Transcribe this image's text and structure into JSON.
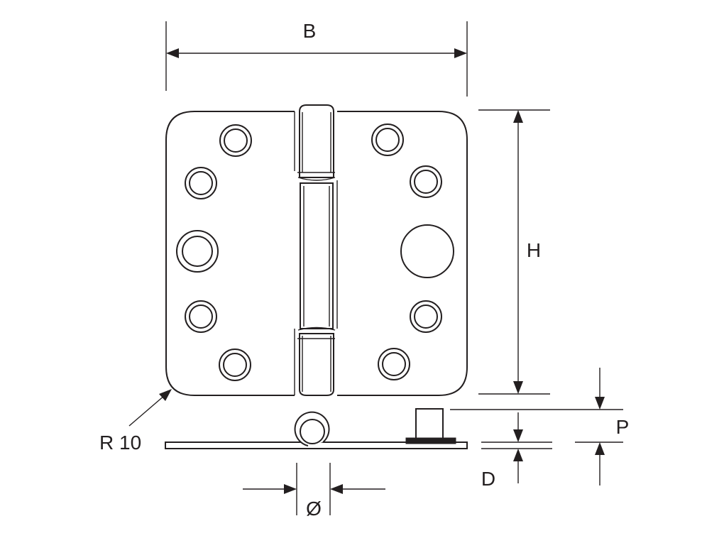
{
  "labels": {
    "width": "B",
    "height": "H",
    "radius": "R 10",
    "pin_height": "P",
    "thickness": "D",
    "diameter": "Ø"
  },
  "colors": {
    "line": "#231f20",
    "background": "#ffffff"
  }
}
